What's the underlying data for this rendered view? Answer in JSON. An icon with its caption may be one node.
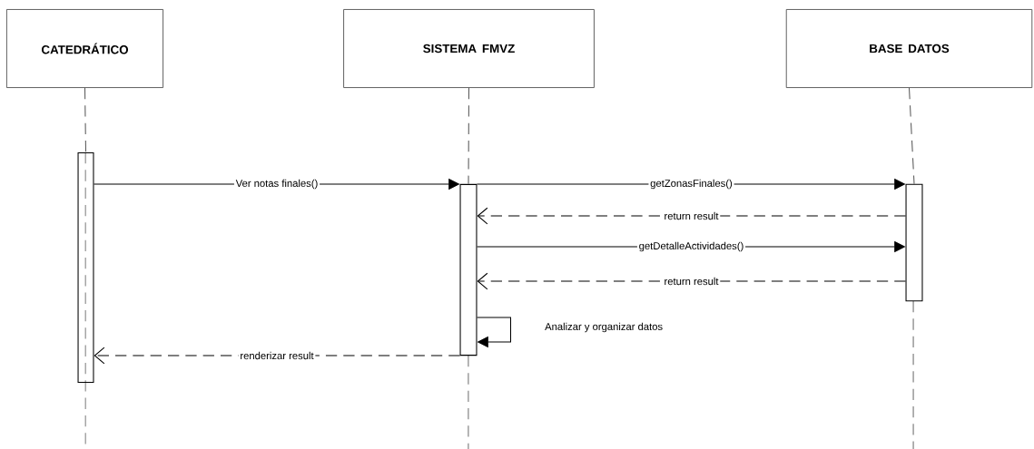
{
  "diagram": {
    "nodes": [
      {
        "text": [
          "CATEDRÁTICO"
        ]
      },
      {
        "text": [
          "SISTEMA FMVZ"
        ]
      },
      {
        "text": [
          "BASE DATOS"
        ]
      },
      {
        "text": [],
        "shape": "bar"
      },
      {
        "text": [],
        "shape": "bar"
      },
      {
        "text": [],
        "shape": "bar"
      }
    ],
    "edges": [
      {
        "from": 0,
        "to": 3,
        "arrow": "none",
        "style": "dashed"
      },
      {
        "from": 1,
        "to": 4,
        "arrow": "none",
        "style": "dashed"
      },
      {
        "from": 2,
        "to": 5,
        "arrow": "none",
        "style": "dashed"
      },
      {
        "from": 3,
        "to": 4,
        "arrow": "to",
        "label": "Ver notas finales()"
      },
      {
        "from": 4,
        "to": 5,
        "arrow": "to",
        "label": "getZonasFinales()"
      },
      {
        "from": 5,
        "to": 4,
        "arrow": "to",
        "label": "return result",
        "style": "dashed"
      },
      {
        "from": 4,
        "to": 5,
        "arrow": "to",
        "label": "getDetalleActividades()"
      },
      {
        "from": 5,
        "to": 4,
        "arrow": "to",
        "label": "return result",
        "style": "dashed"
      },
      {
        "from": 4,
        "to": 4,
        "arrow": "to",
        "label": "Analizar y organizar datos"
      },
      {
        "from": 4,
        "to": 3,
        "arrow": "to",
        "label": "renderizar result",
        "style": "dashed"
      }
    ]
  }
}
